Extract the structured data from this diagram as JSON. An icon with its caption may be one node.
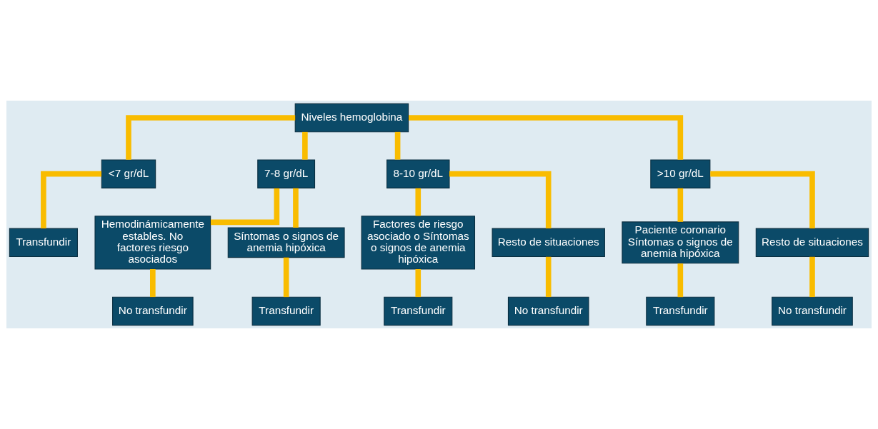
{
  "diagram": {
    "nodes": [
      {
        "text": [
          "Niveles hemoglobina"
        ]
      },
      {
        "text": [
          "<7 gr/dL"
        ]
      },
      {
        "text": [
          "7-8 gr/dL"
        ]
      },
      {
        "text": [
          "8-10 gr/dL"
        ]
      },
      {
        "text": [
          ">10 gr/dL"
        ]
      },
      {
        "text": [
          "Hemodinámicamente estables. No factores riesgo asociados"
        ]
      },
      {
        "text": [
          "Síntomas o signos de anemia hipóxica"
        ]
      },
      {
        "text": [
          "Factores de riesgo asociado o Síntomas o signos de anemia hipóxica"
        ]
      },
      {
        "text": [
          "Resto de situaciones"
        ]
      },
      {
        "text": [
          "Paciente coronario Síntomas o signos de anemia hipóxica"
        ]
      },
      {
        "text": [
          "Resto de situaciones"
        ]
      },
      {
        "text": [
          "Transfundir"
        ]
      },
      {
        "text": [
          "No transfundir"
        ]
      },
      {
        "text": [
          "Transfundir"
        ]
      },
      {
        "text": [
          "Transfundir"
        ]
      },
      {
        "text": [
          "No transfundir"
        ]
      },
      {
        "text": [
          "Transfundir"
        ]
      },
      {
        "text": [
          "No transfundir"
        ]
      }
    ],
    "edges": [
      {
        "from": 0,
        "to": 1,
        "arrow": "none"
      },
      {
        "from": 0,
        "to": 2,
        "arrow": "none"
      },
      {
        "from": 0,
        "to": 3,
        "arrow": "none"
      },
      {
        "from": 0,
        "to": 4,
        "arrow": "none"
      },
      {
        "from": 2,
        "to": 5,
        "arrow": "none"
      },
      {
        "from": 2,
        "to": 6,
        "arrow": "none"
      },
      {
        "from": 3,
        "to": 7,
        "arrow": "none"
      },
      {
        "from": 3,
        "to": 8,
        "arrow": "none"
      },
      {
        "from": 4,
        "to": 9,
        "arrow": "none"
      },
      {
        "from": 4,
        "to": 10,
        "arrow": "none"
      },
      {
        "from": 1,
        "to": 11,
        "arrow": "none"
      },
      {
        "from": 5,
        "to": 12,
        "arrow": "none"
      },
      {
        "from": 6,
        "to": 13,
        "arrow": "none"
      },
      {
        "from": 7,
        "to": 14,
        "arrow": "none"
      },
      {
        "from": 8,
        "to": 15,
        "arrow": "none"
      },
      {
        "from": 9,
        "to": 16,
        "arrow": "none"
      },
      {
        "from": 10,
        "to": 17,
        "arrow": "none"
      }
    ]
  }
}
